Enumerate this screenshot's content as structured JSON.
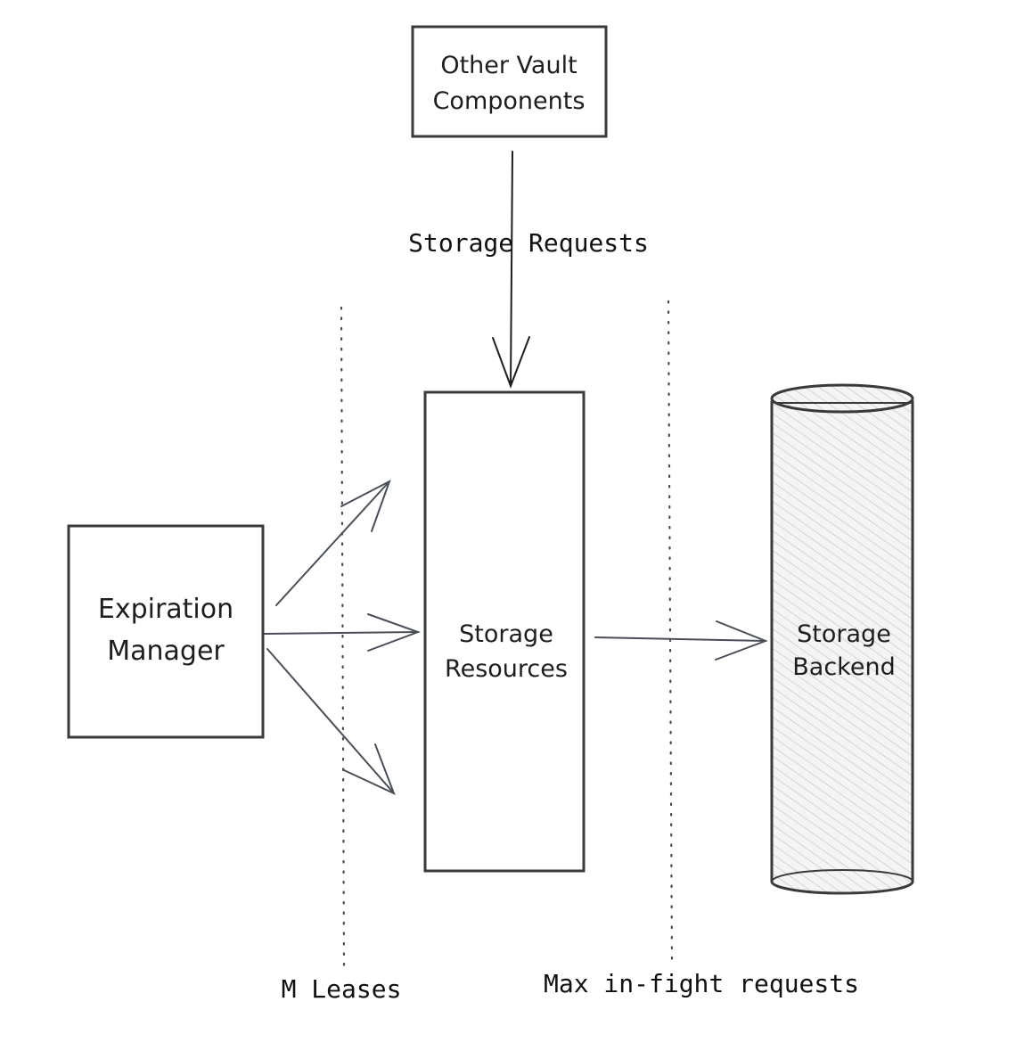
{
  "diagram": {
    "nodes": {
      "other_vault": {
        "line1": "Other Vault",
        "line2": "Components"
      },
      "expiration_manager": {
        "line1": "Expiration",
        "line2": "Manager"
      },
      "storage_resources": {
        "line1": "Storage",
        "line2": "Resources"
      },
      "storage_backend": {
        "line1": "Storage",
        "line2": "Backend"
      }
    },
    "edge_labels": {
      "storage_requests": "Storage Requests"
    },
    "boundary_labels": {
      "m_leases": "M Leases",
      "max_in_flight": "Max in-fight requests"
    },
    "colors": {
      "stroke": "#3a3a3a",
      "hatch_dark": "#6f6f6f",
      "hatch_light": "#c4c4c4",
      "fill_dark": "#d6d6d6",
      "fill_light": "#f4f4f4",
      "text": "#1e1e1e"
    }
  }
}
